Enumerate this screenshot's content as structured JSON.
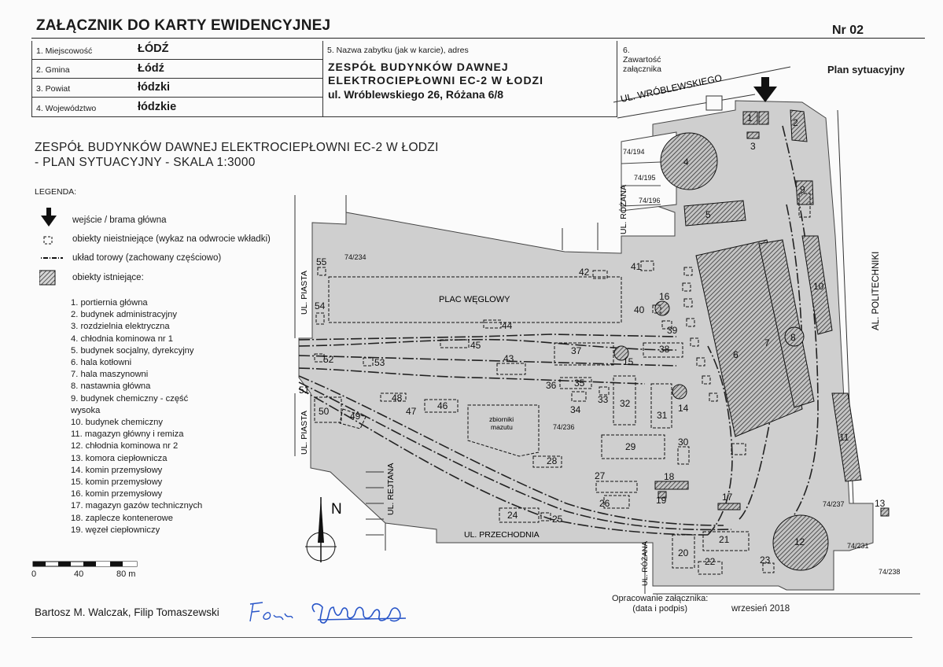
{
  "header": {
    "title": "ZAŁĄCZNIK DO KARTY EWIDENCYJNEJ",
    "number": "Nr 02"
  },
  "fields": {
    "miejscowosc_label": "1. Miejscowość",
    "miejscowosc_value": "ŁÓDŹ",
    "gmina_label": "2. Gmina",
    "gmina_value": "Łódź",
    "powiat_label": "3. Powiat",
    "powiat_value": "łódzki",
    "wojewodztwo_label": "4. Województwo",
    "wojewodztwo_value": "łódzkie",
    "nazwa_label": "5. Nazwa zabytku (jak w karcie), adres",
    "nazwa_line1": "ZESPÓŁ BUDYNKÓW DAWNEJ",
    "nazwa_line2": "ELEKTROCIEPŁOWNI EC-2 W ŁODZI",
    "adres": "ul. Wróblewskiego 26, Różana 6/8",
    "zawartosc_label": "6. Zawartość załącznika",
    "zawartosc_value": "Plan sytuacyjny"
  },
  "plan": {
    "title_line1": "ZESPÓŁ BUDYNKÓW  DAWNEJ  ELEKTROCIEPŁOWNI EC-2 W ŁODZI",
    "title_line2": "- PLAN SYTUACYJNY - SKALA 1:3000"
  },
  "legend": {
    "title": "LEGENDA:",
    "entrance": "wejście / brama główna",
    "nonexistent": "obiekty nieistniejące (wykaz na odwrocie wkładki)",
    "tracks": "układ torowy (zachowany częściowo)",
    "existing": "obiekty istniejące:",
    "items": [
      "1. portiernia główna",
      "2. budynek administracyjny",
      "3. rozdzielnia elektryczna",
      "4. chłodnia kominowa nr 1",
      "5. budynek socjalny, dyrekcyjny",
      "6. hala kotłowni",
      "7. hala maszynowni",
      "8. nastawnia główna",
      "9. budynek chemiczny - część",
      "wysoka",
      "10. budynek chemiczny",
      "11. magazyn główny i remiza",
      "12. chłodnia kominowa nr 2",
      "13. komora ciepłownicza",
      "14. komin przemysłowy",
      "15. komin przemysłowy",
      "16. komin przemysłowy",
      "17. magazyn gazów technicznych",
      "18. zaplecze kontenerowe",
      "19. węzeł ciepłowniczy"
    ]
  },
  "scale": {
    "s0": "0",
    "s40": "40",
    "s80": "80 m"
  },
  "map_labels": {
    "street_wroblewskiego": "UL. WRÓBLEWSKIEGO",
    "street_rozana_top": "UL. RÓŻANA",
    "street_rozana_bottom": "UL. RÓŻANA",
    "street_piasta_top": "UL. PIASTA",
    "street_piasta_bottom": "UL. PIASTA",
    "street_rejtana": "UL. REJTANA",
    "street_przechodnia": "UL. PRZECHODNIA",
    "street_politechniki": "AL. POLITECHNIKI",
    "plac": "PLAC WĘGLOWY",
    "zbiorniki1": "zbiorniki",
    "zbiorniki2": "mazutu",
    "north": "N",
    "p74_194": "74/194",
    "p74_195": "74/195",
    "p74_196": "74/196",
    "p74_234": "74/234",
    "p74_236": "74/236",
    "p74_237": "74/237",
    "p74_231": "74/231",
    "p74_238": "74/238"
  },
  "footer": {
    "authors": "Bartosz M. Walczak, Filip Tomaszewski",
    "opracowanie1": "Opracowanie załącznika:",
    "opracowanie2": "(data i podpis)",
    "date": "wrzesień 2018"
  },
  "colors": {
    "site_fill": "#cfcfcf",
    "hatch": "#2b2b2b",
    "line": "#222222"
  }
}
